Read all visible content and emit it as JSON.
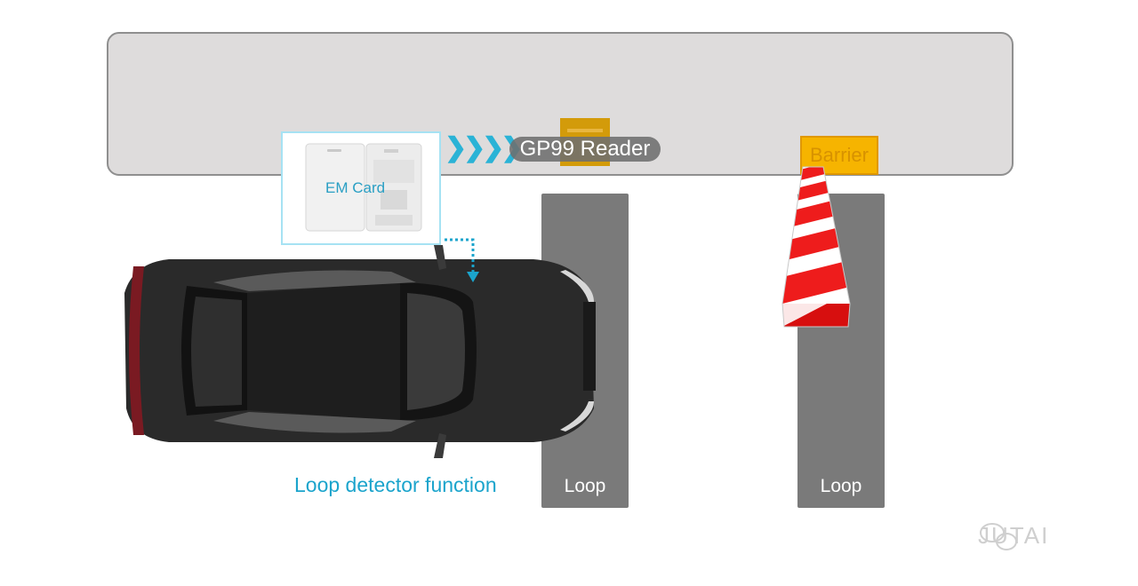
{
  "reader": {
    "label": "GP99 Reader"
  },
  "card": {
    "label": "EM Card",
    "printed_text": "EM Card"
  },
  "barrier": {
    "label": "Barrier"
  },
  "loops": [
    {
      "label": "Loop"
    },
    {
      "label": "Loop"
    }
  ],
  "caption": "Loop detector function",
  "watermark": {
    "text": "JUTAI",
    "logo": "wechat-logo-icon"
  },
  "colors": {
    "wall": "#dedcdc",
    "reader": "#d39b0a",
    "barrier": "#f6b400",
    "loop": "#7a7a7a",
    "accent": "#1ba4cc",
    "car": "#2b2b2b",
    "stripe_red": "#ee1c1c"
  }
}
